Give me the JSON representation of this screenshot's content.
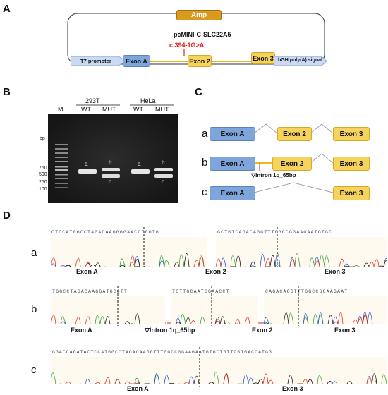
{
  "panels": {
    "A": "A",
    "B": "B",
    "C": "C",
    "D": "D"
  },
  "plasmid": {
    "amp": "Amp",
    "name": "pcMINI-C-SLC22A5",
    "mutation": "c.394-1G>A",
    "t7": "T7 promoter",
    "exon_a": "Exon A",
    "exon_2": "Exon 2",
    "exon_3": "Exon 3",
    "bgh": "bGH poly(A) signal"
  },
  "gel": {
    "cell_293t": "293T",
    "cell_hela": "HeLa",
    "lanes": [
      "M",
      "WT",
      "MUT",
      "WT",
      "MUT"
    ],
    "bp": "bp",
    "markers": [
      "750",
      "500",
      "250",
      "100"
    ],
    "band_labels": [
      "a",
      "b",
      "c",
      "a",
      "b",
      "c"
    ]
  },
  "splice": {
    "rows": [
      {
        "letter": "a",
        "boxes": [
          "Exon A",
          "Exon 2",
          "Exon 3"
        ]
      },
      {
        "letter": "b",
        "boxes": [
          "Exon A",
          "Exon 2",
          "Exon 3"
        ],
        "note": "▽Intron 1q_65bp"
      },
      {
        "letter": "c",
        "boxes": [
          "Exon A",
          "Exon 3"
        ]
      }
    ]
  },
  "chromatograms": {
    "a": {
      "letter": "a",
      "seq1": "CTCCATGGCCTAGACAAGGGGAACCTGGTG",
      "seq2": "GCTGTCAGACAGGTTTGGCCGGAAGAATGTGC",
      "labels": [
        "Exon A",
        "Exon 2",
        "Exon 3"
      ]
    },
    "b": {
      "letter": "b",
      "seq1": "TGGCCTAGACAAGGATGCCTT",
      "seq2": "TCTTGCAATGGAACCT",
      "seq3": "CAGACAGGTTTGGCCGGAAGAAT",
      "labels": [
        "Exon A",
        "▽Intron 1q_65bp",
        "Exon 2",
        "Exon 3"
      ]
    },
    "c": {
      "letter": "c",
      "seq1": "GGACCAGATACTCCATGGCCTAGACAAGGTTTGGCCGGAAGAATGTGCTGTTCGTGACCATGG",
      "labels": [
        "Exon A",
        "Exon 3"
      ]
    }
  }
}
